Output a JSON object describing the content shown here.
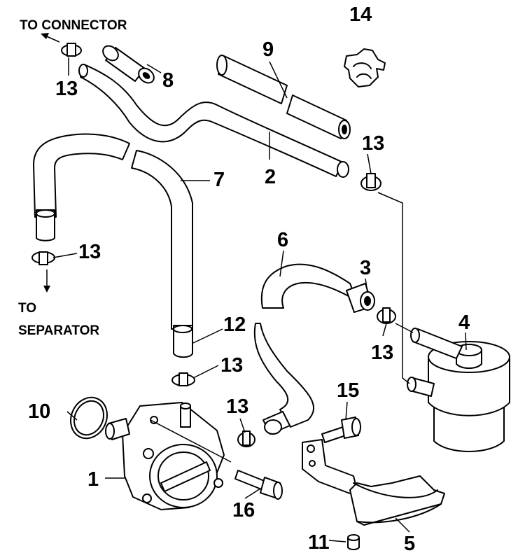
{
  "directions": {
    "to_connector": "TO CONNECTOR",
    "to_separator_line1": "TO",
    "to_separator_line2": "SEPARATOR"
  },
  "callouts": {
    "fuel_pump": "1",
    "hose_main": "2",
    "hose_short": "3",
    "fuel_filter": "4",
    "bracket": "5",
    "hose_curved": "6",
    "hose_long": "7",
    "hose_sleeve_small": "8",
    "hose_straight": "9",
    "o_ring": "10",
    "collar": "11",
    "hose_end": "12",
    "clip": "13",
    "clamp_holder": "14",
    "bolt_bracket": "15",
    "bolt_pump": "16"
  }
}
